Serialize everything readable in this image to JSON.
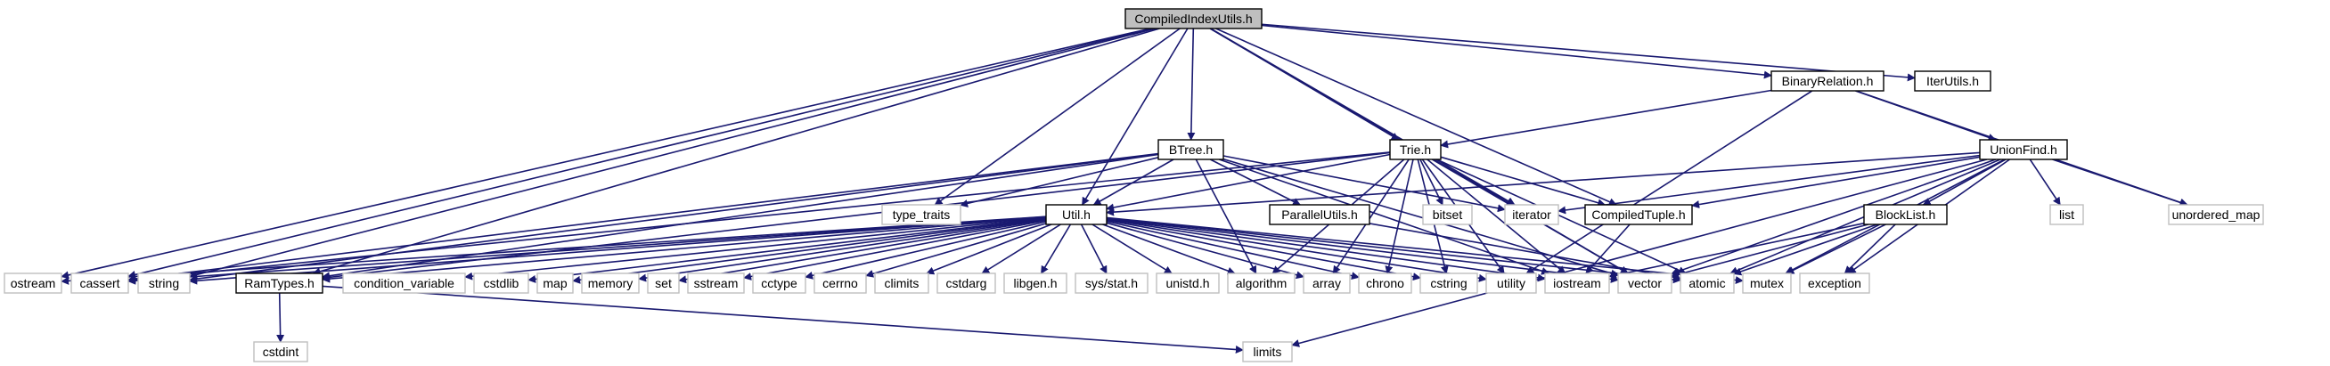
{
  "colors": {
    "edge": "#191970",
    "root_fill": "#bfbfbf",
    "internal_border": "#000000",
    "external_border": "#bfbfbf"
  },
  "root": "CompiledIndexUtils.h",
  "nodes": [
    {
      "id": "root",
      "label": "CompiledIndexUtils.h",
      "kind": "root"
    },
    {
      "id": "binrel",
      "label": "BinaryRelation.h",
      "kind": "internal"
    },
    {
      "id": "iterutils",
      "label": "IterUtils.h",
      "kind": "internal"
    },
    {
      "id": "btree",
      "label": "BTree.h",
      "kind": "internal"
    },
    {
      "id": "trie",
      "label": "Trie.h",
      "kind": "internal"
    },
    {
      "id": "unionfind",
      "label": "UnionFind.h",
      "kind": "internal"
    },
    {
      "id": "parallel",
      "label": "ParallelUtils.h",
      "kind": "internal"
    },
    {
      "id": "ctuple",
      "label": "CompiledTuple.h",
      "kind": "internal"
    },
    {
      "id": "blocklist",
      "label": "BlockList.h",
      "kind": "internal"
    },
    {
      "id": "util",
      "label": "Util.h",
      "kind": "internal"
    },
    {
      "id": "ramtypes",
      "label": "RamTypes.h",
      "kind": "internal"
    },
    {
      "id": "type_traits",
      "label": "type_traits",
      "kind": "external"
    },
    {
      "id": "bitset",
      "label": "bitset",
      "kind": "external"
    },
    {
      "id": "iterator",
      "label": "iterator",
      "kind": "external"
    },
    {
      "id": "list",
      "label": "list",
      "kind": "external"
    },
    {
      "id": "unordered_map",
      "label": "unordered_map",
      "kind": "external"
    },
    {
      "id": "ostream",
      "label": "ostream",
      "kind": "external"
    },
    {
      "id": "cassert",
      "label": "cassert",
      "kind": "external"
    },
    {
      "id": "string",
      "label": "string",
      "kind": "external"
    },
    {
      "id": "condvar",
      "label": "condition_variable",
      "kind": "external"
    },
    {
      "id": "cstdlib",
      "label": "cstdlib",
      "kind": "external"
    },
    {
      "id": "map",
      "label": "map",
      "kind": "external"
    },
    {
      "id": "memory",
      "label": "memory",
      "kind": "external"
    },
    {
      "id": "set",
      "label": "set",
      "kind": "external"
    },
    {
      "id": "sstream",
      "label": "sstream",
      "kind": "external"
    },
    {
      "id": "cctype",
      "label": "cctype",
      "kind": "external"
    },
    {
      "id": "cerrno",
      "label": "cerrno",
      "kind": "external"
    },
    {
      "id": "climits",
      "label": "climits",
      "kind": "external"
    },
    {
      "id": "cstdarg",
      "label": "cstdarg",
      "kind": "external"
    },
    {
      "id": "libgen",
      "label": "libgen.h",
      "kind": "external"
    },
    {
      "id": "sysstat",
      "label": "sys/stat.h",
      "kind": "external"
    },
    {
      "id": "unistd",
      "label": "unistd.h",
      "kind": "external"
    },
    {
      "id": "algorithm",
      "label": "algorithm",
      "kind": "external"
    },
    {
      "id": "array",
      "label": "array",
      "kind": "external"
    },
    {
      "id": "chrono",
      "label": "chrono",
      "kind": "external"
    },
    {
      "id": "cstring",
      "label": "cstring",
      "kind": "external"
    },
    {
      "id": "utility",
      "label": "utility",
      "kind": "external"
    },
    {
      "id": "iostream",
      "label": "iostream",
      "kind": "external"
    },
    {
      "id": "vector",
      "label": "vector",
      "kind": "external"
    },
    {
      "id": "atomic",
      "label": "atomic",
      "kind": "external"
    },
    {
      "id": "mutex",
      "label": "mutex",
      "kind": "external"
    },
    {
      "id": "exception",
      "label": "exception",
      "kind": "external"
    },
    {
      "id": "cstdint",
      "label": "cstdint",
      "kind": "external"
    },
    {
      "id": "limits",
      "label": "limits",
      "kind": "external"
    }
  ],
  "edges": [
    [
      "root",
      "binrel"
    ],
    [
      "root",
      "iterutils"
    ],
    [
      "root",
      "btree"
    ],
    [
      "root",
      "trie"
    ],
    [
      "root",
      "util"
    ],
    [
      "root",
      "ramtypes"
    ],
    [
      "root",
      "ctuple"
    ],
    [
      "root",
      "type_traits"
    ],
    [
      "root",
      "iterator"
    ],
    [
      "root",
      "ostream"
    ],
    [
      "root",
      "cassert"
    ],
    [
      "root",
      "string"
    ],
    [
      "root",
      "vector"
    ],
    [
      "binrel",
      "trie"
    ],
    [
      "binrel",
      "unionfind"
    ],
    [
      "binrel",
      "utility"
    ],
    [
      "binrel",
      "unordered_map"
    ],
    [
      "btree",
      "util"
    ],
    [
      "btree",
      "parallel"
    ],
    [
      "btree",
      "type_traits"
    ],
    [
      "btree",
      "iterator"
    ],
    [
      "btree",
      "cassert"
    ],
    [
      "btree",
      "string"
    ],
    [
      "btree",
      "ramtypes"
    ],
    [
      "btree",
      "algorithm"
    ],
    [
      "btree",
      "iostream"
    ],
    [
      "btree",
      "vector"
    ],
    [
      "trie",
      "util"
    ],
    [
      "trie",
      "ctuple"
    ],
    [
      "trie",
      "iterator"
    ],
    [
      "trie",
      "bitset"
    ],
    [
      "trie",
      "cassert"
    ],
    [
      "trie",
      "ramtypes"
    ],
    [
      "trie",
      "algorithm"
    ],
    [
      "trie",
      "array"
    ],
    [
      "trie",
      "chrono"
    ],
    [
      "trie",
      "cstring"
    ],
    [
      "trie",
      "utility"
    ],
    [
      "trie",
      "iostream"
    ],
    [
      "trie",
      "vector"
    ],
    [
      "trie",
      "atomic"
    ],
    [
      "unionfind",
      "util"
    ],
    [
      "unionfind",
      "ctuple"
    ],
    [
      "unionfind",
      "blocklist"
    ],
    [
      "unionfind",
      "iterator"
    ],
    [
      "unionfind",
      "list"
    ],
    [
      "unionfind",
      "unordered_map"
    ],
    [
      "unionfind",
      "vector"
    ],
    [
      "unionfind",
      "atomic"
    ],
    [
      "unionfind",
      "mutex"
    ],
    [
      "unionfind",
      "exception"
    ],
    [
      "unionfind",
      "limits"
    ],
    [
      "blocklist",
      "iostream"
    ],
    [
      "blocklist",
      "vector"
    ],
    [
      "blocklist",
      "atomic"
    ],
    [
      "blocklist",
      "mutex"
    ],
    [
      "blocklist",
      "exception"
    ],
    [
      "ctuple",
      "iostream"
    ],
    [
      "parallel",
      "atomic"
    ],
    [
      "util",
      "ramtypes"
    ],
    [
      "util",
      "ostream"
    ],
    [
      "util",
      "cassert"
    ],
    [
      "util",
      "string"
    ],
    [
      "util",
      "condvar"
    ],
    [
      "util",
      "cstdlib"
    ],
    [
      "util",
      "map"
    ],
    [
      "util",
      "memory"
    ],
    [
      "util",
      "set"
    ],
    [
      "util",
      "sstream"
    ],
    [
      "util",
      "cctype"
    ],
    [
      "util",
      "cerrno"
    ],
    [
      "util",
      "climits"
    ],
    [
      "util",
      "cstdarg"
    ],
    [
      "util",
      "libgen"
    ],
    [
      "util",
      "sysstat"
    ],
    [
      "util",
      "unistd"
    ],
    [
      "util",
      "algorithm"
    ],
    [
      "util",
      "array"
    ],
    [
      "util",
      "chrono"
    ],
    [
      "util",
      "cstring"
    ],
    [
      "util",
      "utility"
    ],
    [
      "util",
      "iostream"
    ],
    [
      "util",
      "vector"
    ],
    [
      "util",
      "atomic"
    ],
    [
      "util",
      "mutex"
    ],
    [
      "ramtypes",
      "cstdint"
    ],
    [
      "ramtypes",
      "limits"
    ]
  ]
}
